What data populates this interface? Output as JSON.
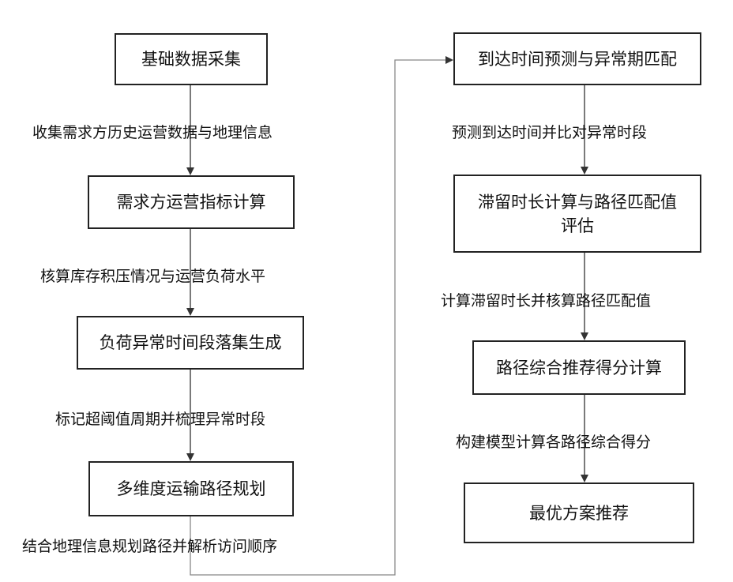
{
  "flowchart": {
    "left": {
      "boxes": [
        "基础数据采集",
        "需求方运营指标计算",
        "负荷异常时间段落集生成",
        "多维度运输路径规划"
      ],
      "labels": [
        "收集需求方历史运营数据与地理信息",
        "核算库存积压情况与运营负荷水平",
        "标记超阈值周期并梳理异常时段",
        "结合地理信息规划路径并解析访问顺序"
      ]
    },
    "right": {
      "boxes": [
        "到达时间预测与异常期匹配",
        "滞留时长计算与路径匹配值评估",
        "路径综合推荐得分计算",
        "最优方案推荐"
      ],
      "labels": [
        "预测到达时间并比对异常时段",
        "计算滞留时长并核算路径匹配值",
        "构建模型计算各路径综合得分"
      ]
    }
  },
  "colors": {
    "line": "#333333",
    "connector": "#888888",
    "border": "#222222"
  }
}
